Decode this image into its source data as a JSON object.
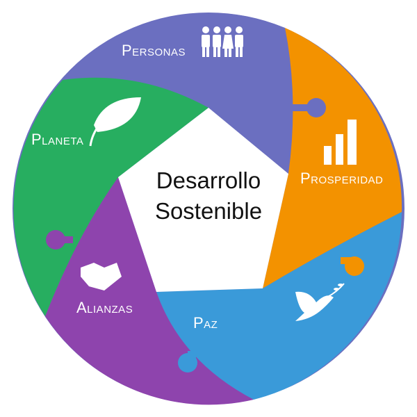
{
  "title": [
    "Desarrollo",
    "Sostenible"
  ],
  "segments": [
    {
      "label": "Personas",
      "color": "#6b6fc0",
      "icon": "people-icon"
    },
    {
      "label": "Prosperidad",
      "color": "#f39200",
      "icon": "bar-chart-icon"
    },
    {
      "label": "Paz",
      "color": "#3a9ad9",
      "icon": "dove-icon"
    },
    {
      "label": "Alianzas",
      "color": "#8e44ad",
      "icon": "handshake-icon"
    },
    {
      "label": "Planeta",
      "color": "#27ae60",
      "icon": "leaf-icon"
    }
  ]
}
